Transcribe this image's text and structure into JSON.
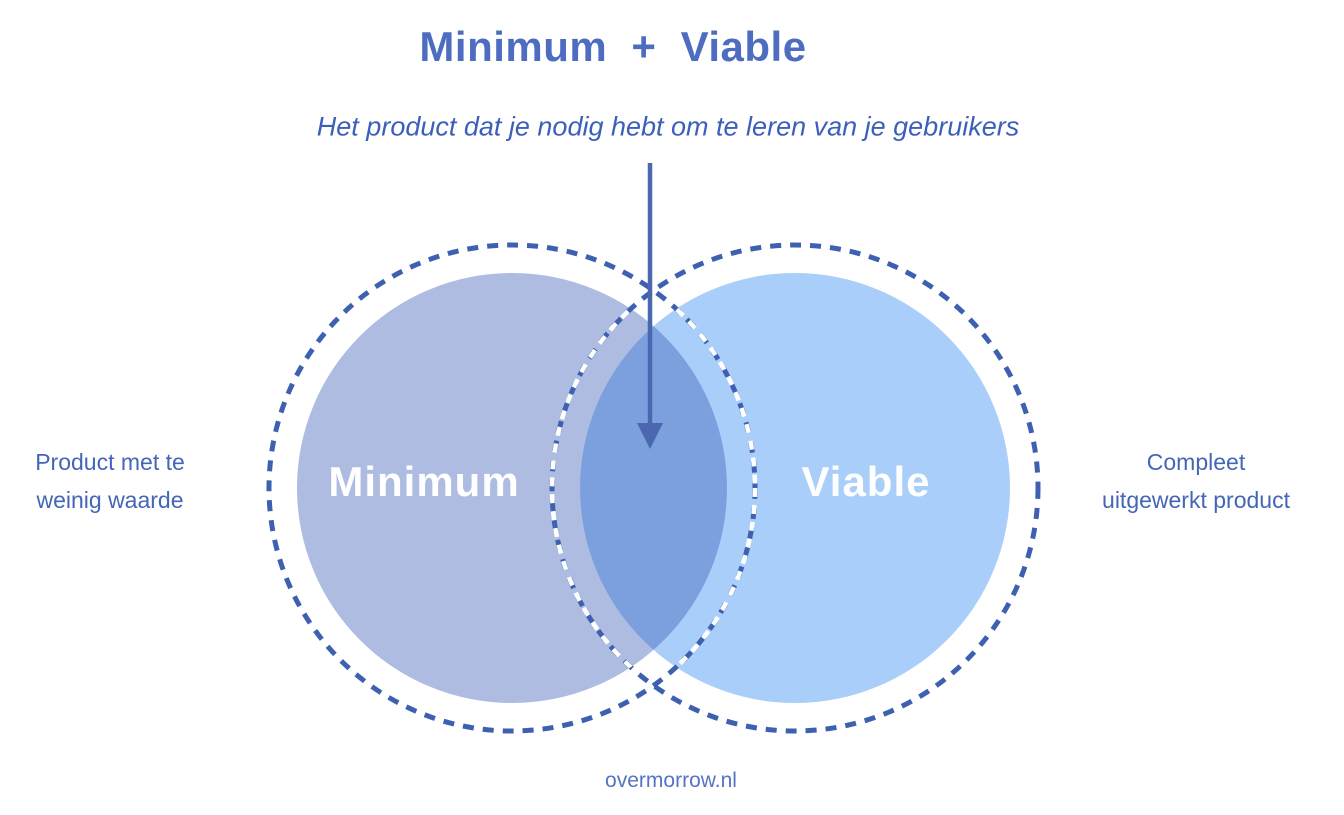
{
  "header": {
    "title": "Minimum + Viable",
    "subtitle": "Het product dat je nodig hebt om te leren van je gebruikers"
  },
  "diagram": {
    "left_circle": {
      "label": "Minimum",
      "fill": "#aebce2"
    },
    "right_circle": {
      "label": "Viable",
      "fill": "#aacefa"
    },
    "overlap_fill": "#7ca0de",
    "dashed_ring_color": "#3e60b0",
    "white_dash_color": "#ffffff",
    "arrow_color": "#4a67b0",
    "left_annotation": {
      "lines": [
        "Product met te",
        "weinig waarde"
      ]
    },
    "right_annotation": {
      "lines": [
        "Compleet",
        "uitgewerkt product"
      ]
    }
  },
  "footer": {
    "website": "overmorrow.nl"
  },
  "text_colors": {
    "title": "#4e6dc1",
    "subtitle": "#3c60ba",
    "annotations": "#4466b6",
    "footer": "#5674c4"
  }
}
